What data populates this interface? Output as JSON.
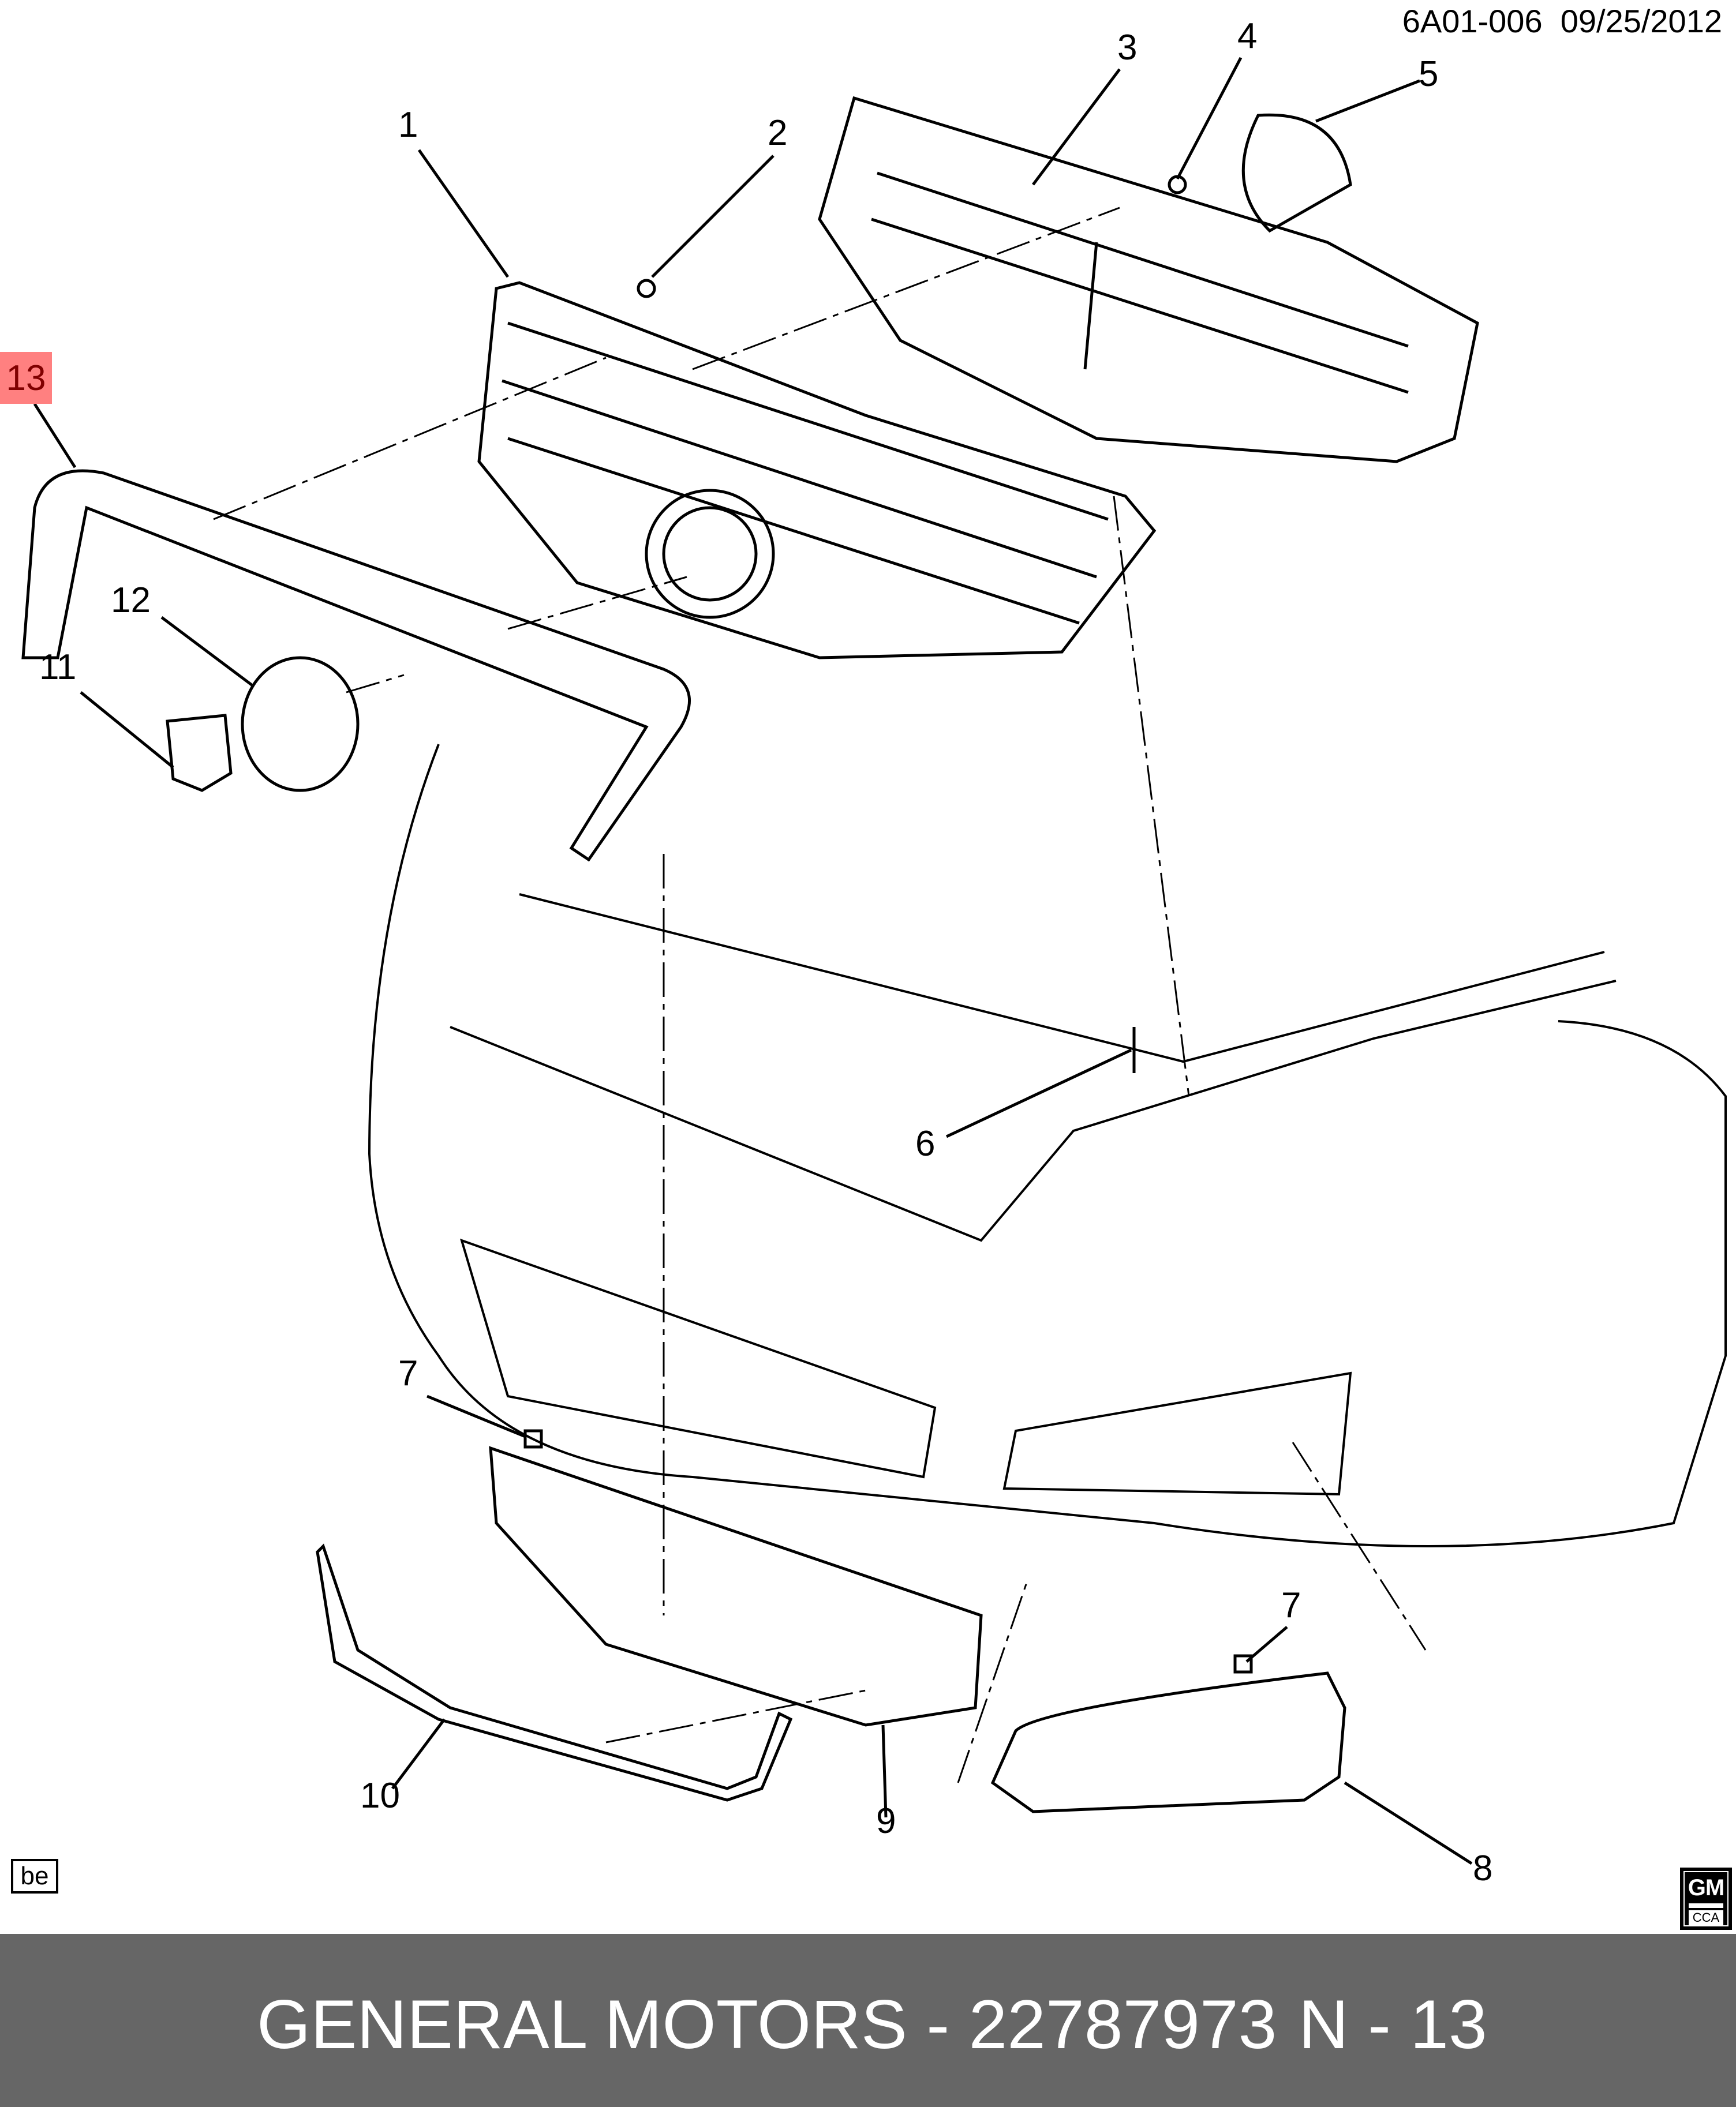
{
  "header": {
    "code": "6A01-006",
    "date": "09/25/2012"
  },
  "callouts": {
    "c1": "1",
    "c2": "2",
    "c3": "3",
    "c4": "4",
    "c5": "5",
    "c6": "6",
    "c7a": "7",
    "c7b": "7",
    "c8": "8",
    "c9": "9",
    "c10": "10",
    "c11": "11",
    "c12": "12",
    "c13": "13"
  },
  "highlight_color": "#ff8080",
  "badge": "be",
  "logo": {
    "top": "GM",
    "bottom": "CCA"
  },
  "footer": {
    "part": "GENERAL MOTORS - 22787973",
    "ref": "N - 13",
    "background": "#666666"
  }
}
